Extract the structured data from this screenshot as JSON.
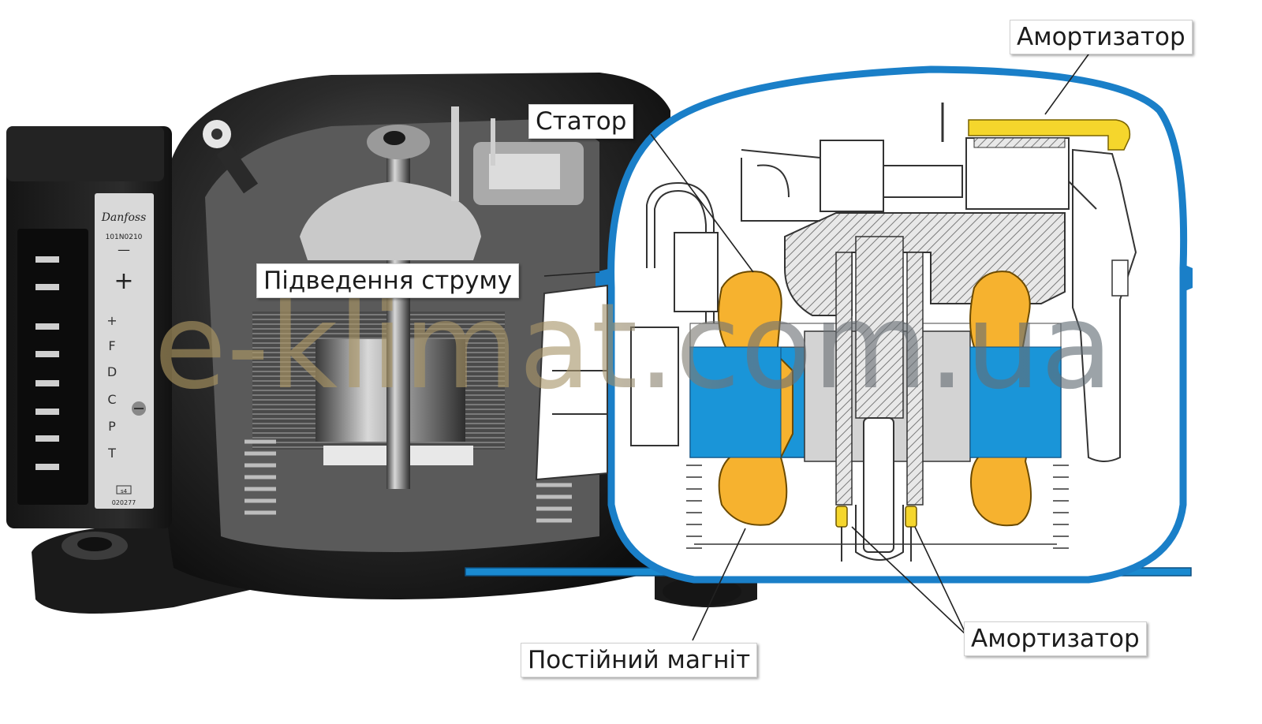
{
  "labels": {
    "shock_absorber_top": "Амортизатор",
    "stator": "Статор",
    "power_lead": "Підведення струму",
    "permanent_magnet": "Постійний магніт",
    "shock_absorber_bottom": "Амортизатор"
  },
  "control_box": {
    "brand": "Danfoss",
    "model": "101N0210",
    "terminals": [
      "+",
      "F",
      "D",
      "C",
      "P",
      "T"
    ],
    "minus_sign": "—",
    "plus_sign": "+",
    "serial": "020277",
    "version": "s4"
  },
  "watermark": "e-klimat.com.ua",
  "colors": {
    "shell_outline": "#1a7fc8",
    "stator_core": "#1a95d8",
    "windings": "#f6b22f",
    "shock_pad": "#f5d62c",
    "base_plate": "#1a8ad0"
  }
}
